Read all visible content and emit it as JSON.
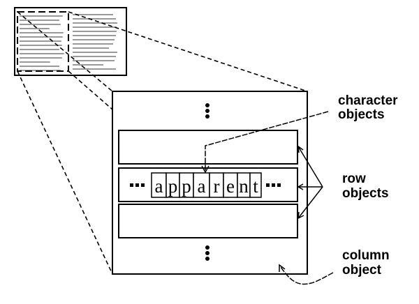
{
  "diagram": {
    "labels": {
      "character": [
        "character",
        "objects"
      ],
      "row": [
        "row",
        "objects"
      ],
      "column": [
        "column",
        "object"
      ]
    },
    "word": [
      "a",
      "p",
      "p",
      "a",
      "r",
      "e",
      "n",
      "t"
    ],
    "colors": {
      "ink": "#000000",
      "text_lines": "#9a9a9a",
      "background": "#ffffff"
    }
  }
}
